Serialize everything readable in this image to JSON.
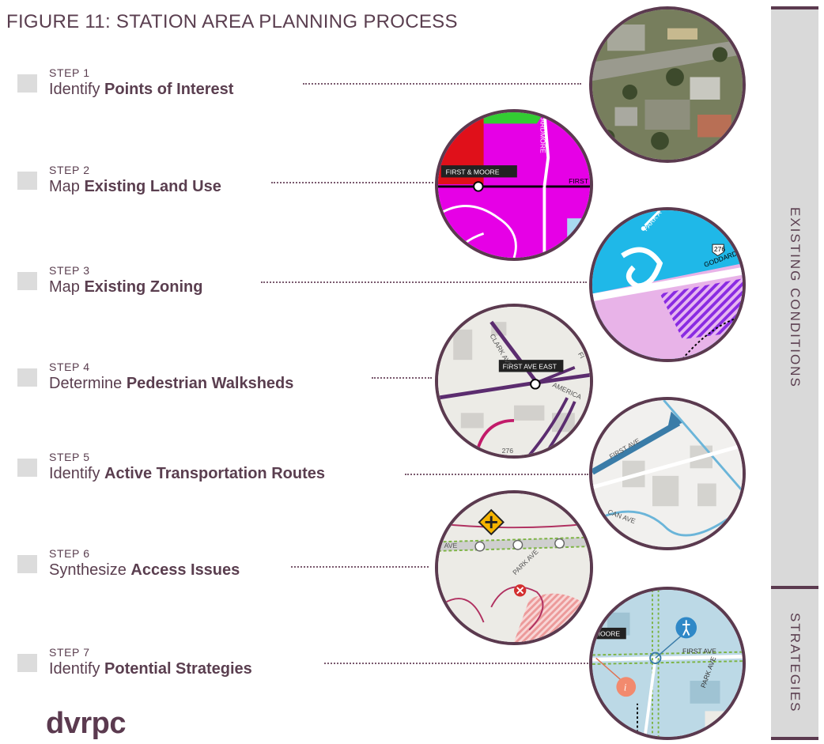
{
  "title": "FIGURE 11: STATION AREA PLANNING PROCESS",
  "steps": [
    {
      "label": "STEP 1",
      "verb": "Identify ",
      "bold": "Points of Interest"
    },
    {
      "label": "STEP 2",
      "verb": "Map ",
      "bold": "Existing Land Use"
    },
    {
      "label": "STEP 3",
      "verb": "Map ",
      "bold": "Existing Zoning"
    },
    {
      "label": "STEP 4",
      "verb": "Determine ",
      "bold": "Pedestrian Walksheds"
    },
    {
      "label": "STEP 5",
      "verb": "Identify ",
      "bold": "Active Transportation Routes"
    },
    {
      "label": "STEP 6",
      "verb": "Synthesize ",
      "bold": "Access Issues"
    },
    {
      "label": "STEP 7",
      "verb": "Identify ",
      "bold": "Potential Strategies"
    }
  ],
  "map_labels": {
    "c2_station": "FIRST & MOORE",
    "c2_street": "FIRST",
    "c2_road": "ARDMORE",
    "c3_park": "PARK A",
    "c3_shield": "276",
    "c3_road": "GODDARD BLVD",
    "c4_station": "FIRST AVE EAST",
    "c4_clark": "CLARK AVE",
    "c4_fi": "FI",
    "c4_america": "AMERICA",
    "c4_shield": "276",
    "c5_first": "FIRST AVE",
    "c5_can": "CAN AVE",
    "c6_ave": "AVE",
    "c6_park": "PARK AVE",
    "c7_station": "MOORE",
    "c7_first": "FIRST AVE",
    "c7_park": "PARK AVE"
  },
  "sidebar": {
    "existing": "EXISTING CONDITIONS",
    "strategies": "STRATEGIES"
  },
  "logo": "dvrpc",
  "colors": {
    "accent": "#5b3a4f",
    "box": "#dcdcdc",
    "land_use_magenta": "#e600e6",
    "zoning_cyan": "#1fb8e8",
    "route_blue": "#3a7ca8"
  }
}
